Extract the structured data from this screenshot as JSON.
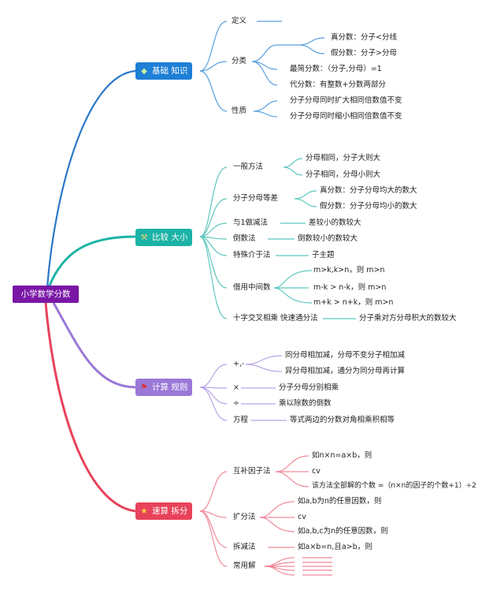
{
  "root": "小学数学分数",
  "branches": [
    {
      "label": "基础 知识",
      "icon": "gem-icon",
      "color": "#2a78c8",
      "children": [
        {
          "label": "定义",
          "children": []
        },
        {
          "label": "分类",
          "children": [
            {
              "label": "",
              "children": [
                {
                  "label": "真分数：分子<分线"
                },
                {
                  "label": "假分数：分子>分母"
                }
              ]
            },
            {
              "label": "最简分数：（分子,分母）=1"
            },
            {
              "label": "代分数：有整数+分数两部分"
            }
          ]
        },
        {
          "label": "性质",
          "children": [
            {
              "label": "分子分母同时扩大相同倍数值不变"
            },
            {
              "label": "分子分母同时缩小相同倍数值不变"
            }
          ]
        }
      ]
    },
    {
      "label": "比较 大小",
      "icon": "hammer-icon",
      "color": "#1bb3a6",
      "children": [
        {
          "label": "一般方法",
          "children": [
            {
              "label": "分母相同，分子大则大"
            },
            {
              "label": "分子相同，分母小则大"
            }
          ]
        },
        {
          "label": "分子分母等差",
          "children": [
            {
              "label": "真分数：分子分母均大的数大"
            },
            {
              "label": "假分数：分子分母均小的数大"
            }
          ]
        },
        {
          "label": "与1做减法",
          "children": [
            {
              "label": "差较小的数较大"
            }
          ]
        },
        {
          "label": "倒数法",
          "children": [
            {
              "label": "倒数较小的数较大"
            }
          ]
        },
        {
          "label": "特殊介于法",
          "children": [
            {
              "label": "子主题"
            }
          ]
        },
        {
          "label": "借用中间数",
          "children": [
            {
              "label": "m>k,k>n，则 m>n"
            },
            {
              "label": "m-k > n-k，则 m>n"
            },
            {
              "label": "m+k > n+k，则 m>n"
            }
          ]
        },
        {
          "label": "十字交叉相乘 快速通分法",
          "children": [
            {
              "label": "分子乘对方分母积大的数较大"
            }
          ]
        }
      ]
    },
    {
      "label": "计算 规则",
      "icon": "flag-icon",
      "color": "#9a78d8",
      "children": [
        {
          "label": "+,-",
          "children": [
            {
              "label": "同分母相加减，分母不变分子相加减"
            },
            {
              "label": "异分母相加减，通分为同分母再计算"
            }
          ]
        },
        {
          "label": "×",
          "children": [
            {
              "label": "分子分母分别相乘"
            }
          ]
        },
        {
          "label": "÷",
          "children": [
            {
              "label": "乘以除数的倒数"
            }
          ]
        },
        {
          "label": "方程",
          "children": [
            {
              "label": "等式两边的分数对角相乘积相等"
            }
          ]
        }
      ]
    },
    {
      "label": "速算 拆分",
      "icon": "star-icon",
      "color": "#e8425a",
      "children": [
        {
          "label": "互补因子法",
          "children": [
            {
              "label": "如n×n=a×b，则"
            },
            {
              "label": "cv"
            },
            {
              "label": "该方法全部解的个数 =（n×n的因子的个数+1）÷2"
            }
          ]
        },
        {
          "label": "扩分法",
          "children": [
            {
              "label": "如a,b为n的任意因数，则"
            },
            {
              "label": "cv"
            },
            {
              "label": "如a,b,c为n的任意因数，则"
            }
          ]
        },
        {
          "label": "拆减法",
          "children": [
            {
              "label": "如a×b=n,且a>b，则"
            }
          ]
        },
        {
          "label": "常用解",
          "children": [
            {
              "label": ""
            },
            {
              "label": ""
            },
            {
              "label": ""
            },
            {
              "label": ""
            },
            {
              "label": ""
            }
          ]
        }
      ]
    }
  ]
}
